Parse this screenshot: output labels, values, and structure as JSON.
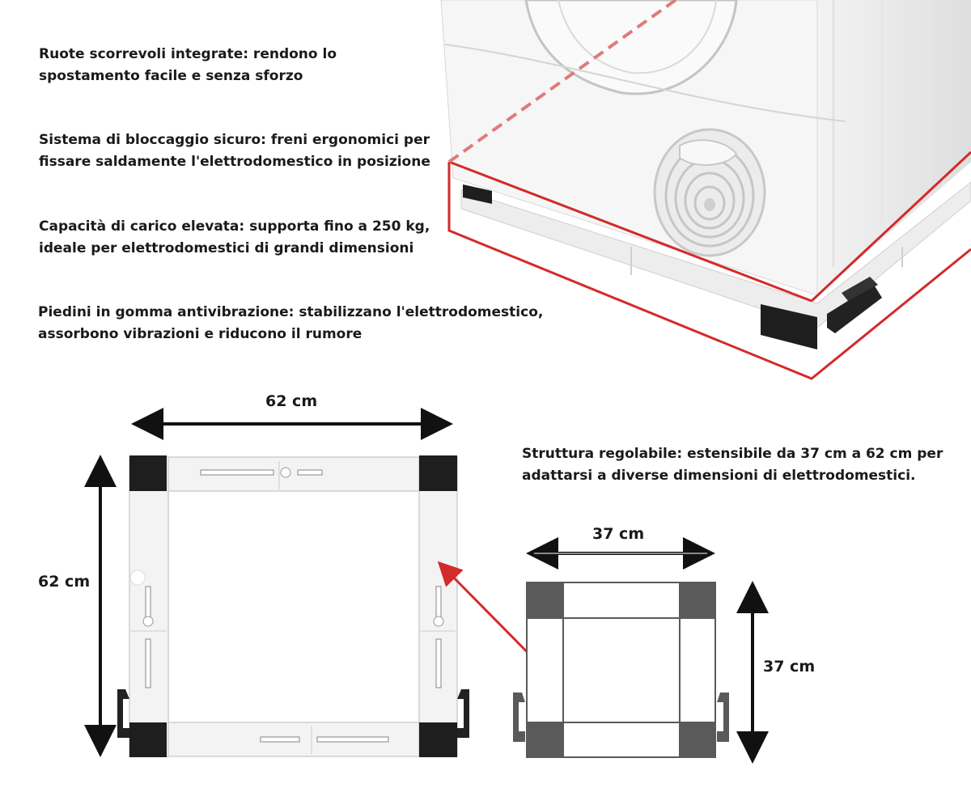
{
  "features": [
    {
      "line1": "Ruote scorrevoli integrate: rendono lo",
      "line2": "spostamento facile e senza sforzo"
    },
    {
      "line1": "Sistema di bloccaggio sicuro: freni ergonomici per",
      "line2": "fissare saldamente l'elettrodomestico in posizione"
    },
    {
      "line1": "Capacità di carico elevata: supporta fino a 250 kg,",
      "line2": "ideale per elettrodomestici di grandi dimensioni"
    },
    {
      "line1": "Piedini in gomma antivibrazione: stabilizzano l'elettrodomestico,",
      "line2": "assorbono vibrazioni e riducono il rumore"
    }
  ],
  "adjustable": {
    "line1": "Struttura regolabile: estensibile da 37 cm a 62 cm per",
    "line2": "adattarsi a diverse dimensioni di elettrodomestici."
  },
  "dimensions": {
    "large_width": "62 cm",
    "large_height": "62 cm",
    "small_width": "37 cm",
    "small_height": "37 cm"
  },
  "colors": {
    "highlight_red": "#d32a2a",
    "appliance_white": "#f1f1f1",
    "rubber_black": "#1e1e1e",
    "outline_gray": "#5a5a5a"
  }
}
